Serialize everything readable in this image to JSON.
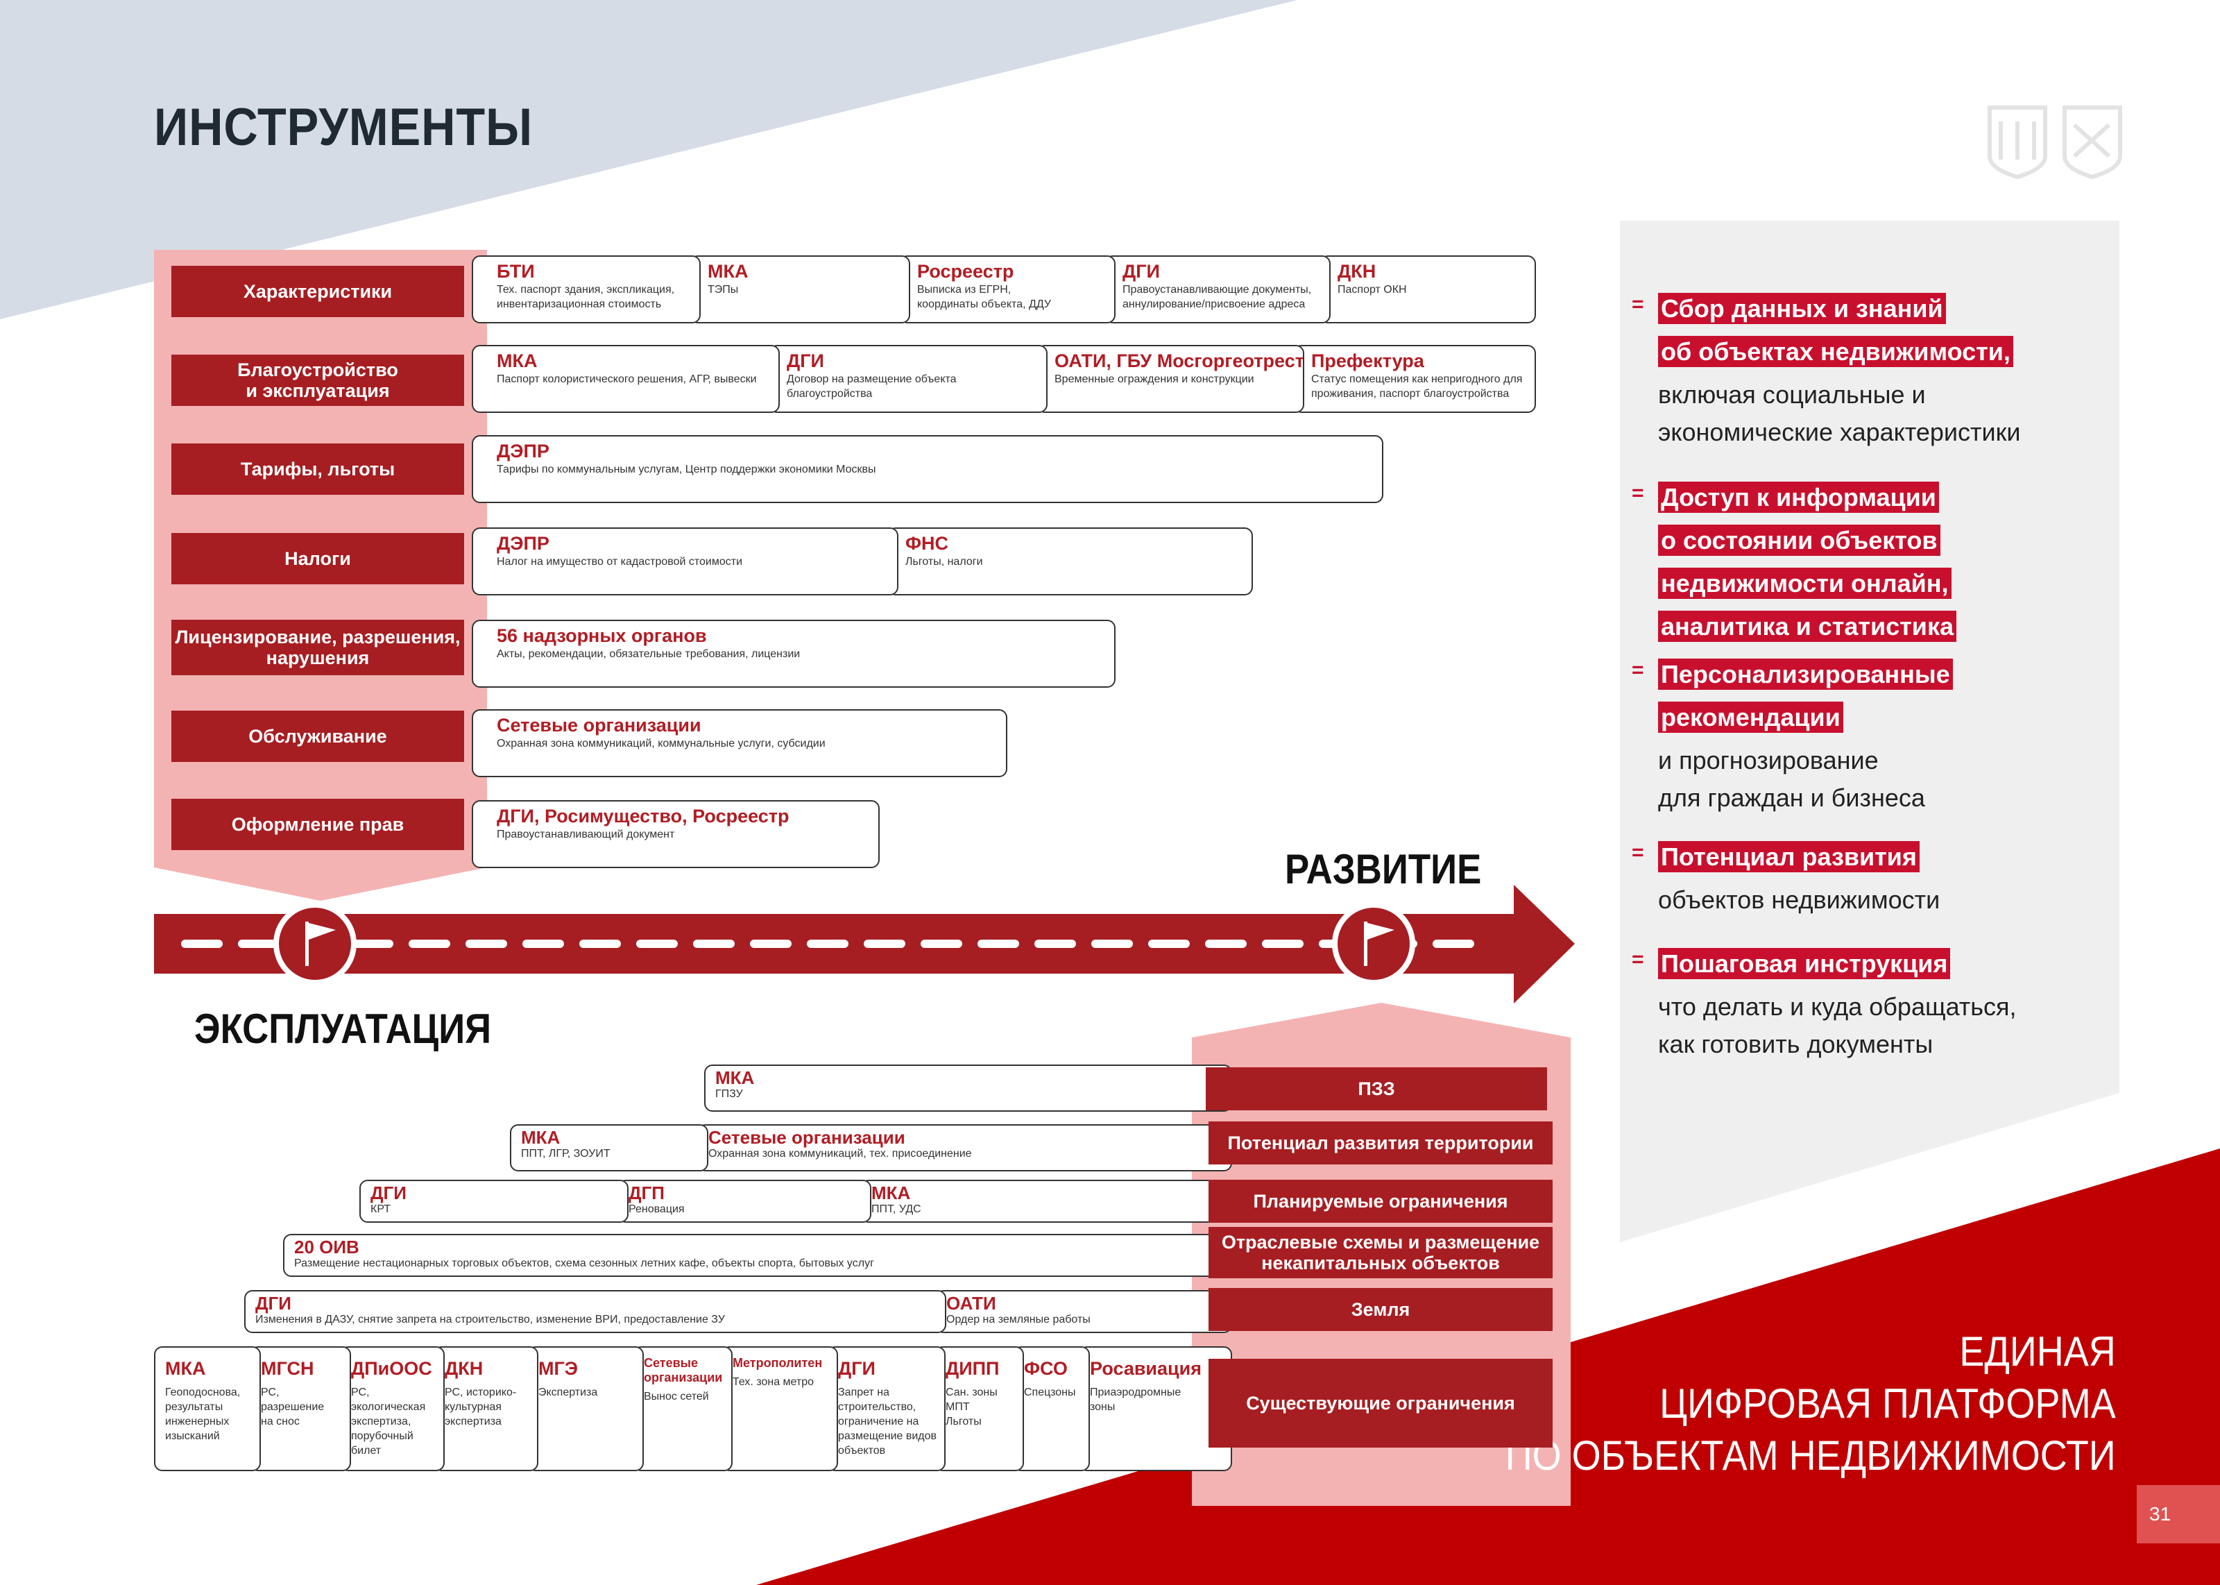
{
  "title": "ИНСТРУМЕНТЫ",
  "stages": {
    "operation": "ЭКСПЛУАТАЦИЯ",
    "development": "РАЗВИТИЕ"
  },
  "top_categories": [
    "Характеристики",
    "Благоустройство\nи эксплуатация",
    "Тарифы, льготы",
    "Налоги",
    "Лицензирование, разрешения,\nнарушения",
    "Обслуживание",
    "Оформление прав"
  ],
  "top_rows": [
    [
      {
        "org": "БТИ",
        "desc": "Тех. паспорт здания, экспликация,\nинвентаризационная стоимость"
      },
      {
        "org": "МКА",
        "desc": "ТЭПы"
      },
      {
        "org": "Росреестр",
        "desc": "Выписка из ЕГРН,\nкоординаты объекта, ДДУ"
      },
      {
        "org": "ДГИ",
        "desc": "Правоустанавливающие документы,\nаннулирование/присвоение адреса"
      },
      {
        "org": "ДКН",
        "desc": "Паспорт ОКН"
      }
    ],
    [
      {
        "org": "МКА",
        "desc": "Паспорт колористического решения, АГР, вывески"
      },
      {
        "org": "ДГИ",
        "desc": "Договор на размещение объекта\nблагоустройства"
      },
      {
        "org": "ОАТИ, ГБУ Мосгоргеотрест",
        "desc": "Временные ограждения и конструкции"
      },
      {
        "org": "Префектура",
        "desc": "Статус помещения как непригодного для\nпроживания, паспорт благоустройства"
      }
    ],
    [
      {
        "org": "ДЭПР",
        "desc": "Тарифы по коммунальным услугам, Центр поддержки экономики Москвы"
      }
    ],
    [
      {
        "org": "ДЭПР",
        "desc": "Налог на имущество от кадастровой стоимости"
      },
      {
        "org": "ФНС",
        "desc": "Льготы, налоги"
      }
    ],
    [
      {
        "org": "56 надзорных органов",
        "desc": "Акты, рекомендации, обязательные требования, лицензии"
      }
    ],
    [
      {
        "org": "Сетевые организации",
        "desc": "Охранная зона коммуникаций, коммунальные услуги, субсидии"
      }
    ],
    [
      {
        "org": "ДГИ, Росимущество, Росреестр",
        "desc": "Правоустанавливающий документ"
      }
    ]
  ],
  "bottom_categories": [
    "ПЗЗ",
    "Потенциал развития территории",
    "Планируемые ограничения",
    "Отраслевые схемы и размещение\nнекапитальных объектов",
    "Земля",
    "Существующие ограничения"
  ],
  "bottom_rows": [
    [
      {
        "org": "МКА",
        "desc": "ГПЗУ"
      }
    ],
    [
      {
        "org": "МКА",
        "desc": "ППТ, ЛГР, ЗОУИТ"
      },
      {
        "org": "Сетевые организации",
        "desc": "Охранная зона коммуникаций, тех. присоединение"
      }
    ],
    [
      {
        "org": "ДГИ",
        "desc": "КРТ"
      },
      {
        "org": "ДГП",
        "desc": "Реновация"
      },
      {
        "org": "МКА",
        "desc": "ППТ, УДС"
      }
    ],
    [
      {
        "org": "20 ОИВ",
        "desc": "Размещение нестационарных торговых объектов, схема сезонных летних кафе, объекты спорта, бытовых услуг"
      }
    ],
    [
      {
        "org": "ДГИ",
        "desc": "Изменения в ДАЗУ, снятие запрета на строительство, изменение ВРИ, предоставление ЗУ"
      },
      {
        "org": "ОАТИ",
        "desc": "Ордер на земляные работы"
      }
    ],
    [
      {
        "org": "МКА",
        "desc": "Геоподоснова,\nрезультаты\nинженерных\nизысканий"
      },
      {
        "org": "МГСН",
        "desc": "РС,\nразрешение\nна снос"
      },
      {
        "org": "ДПиООС",
        "desc": "РС,\nэкологическая\nэкспертиза,\nпорубочный\nбилет"
      },
      {
        "org": "ДКН",
        "desc": "РС, историко-\nкультурная\nэкспертиза"
      },
      {
        "org": "МГЭ",
        "desc": "Экспертиза"
      },
      {
        "org": "Сетевые\nорганизации",
        "desc": "Вынос сетей"
      },
      {
        "org": "Метрополитен",
        "desc": "Тех. зона метро"
      },
      {
        "org": "ДГИ",
        "desc": "Запрет на\nстроительство,\nограничение на\nразмещение видов\nобъектов"
      },
      {
        "org": "ДИПП",
        "desc": "Сан. зоны\nМПТ\nЛьготы"
      },
      {
        "org": "ФСО",
        "desc": "Спецзоны"
      },
      {
        "org": "Росавиация",
        "desc": "Приаэродромные\nзоны"
      }
    ]
  ],
  "benefits": [
    {
      "highlight": "Сбор данных и знаний\nоб объектах недвижимости,",
      "text": "включая социальные и\nэкономические характеристики"
    },
    {
      "highlight": "Доступ к информации\nо состоянии объектов\nнедвижимости онлайн,\nаналитика и статистика",
      "text": ""
    },
    {
      "highlight": "Персонализированные\nрекомендации",
      "text": "и прогнозирование\nдля граждан и бизнеса"
    },
    {
      "highlight": "Потенциал развития",
      "text": "объектов недвижимости"
    },
    {
      "highlight": "Пошаговая инструкция",
      "text": "что делать и куда обращаться,\nкак готовить документы"
    }
  ],
  "bullet_mark": "=",
  "platform_title": "ЕДИНАЯ\nЦИФРОВАЯ ПЛАТФОРМА\nПО ОБЪЕКТАМ НЕДВИЖИМОСТИ",
  "page_number": "31",
  "colors": {
    "red": "#c8102e",
    "dark_red": "#a61e22",
    "pink": "#f4b3b3",
    "gray_bg": "#d6dce6",
    "panel": "#efefef"
  },
  "icons": [
    "moscow-emblem-icon",
    "flag-icon"
  ]
}
